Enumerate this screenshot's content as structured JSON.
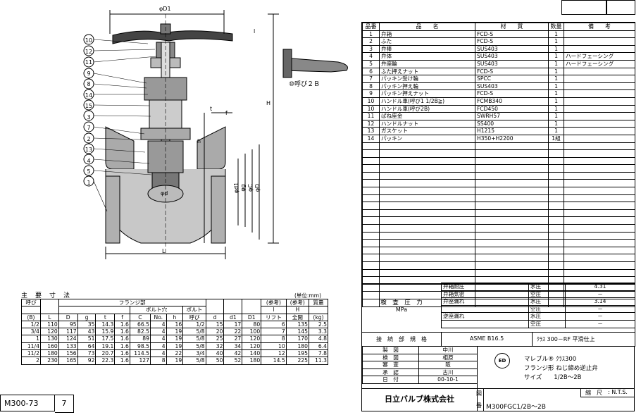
{
  "drawing": {
    "callouts": [
      "10",
      "12",
      "11",
      "9",
      "8",
      "14",
      "15",
      "3",
      "7",
      "2",
      "13",
      "4",
      "5",
      "1"
    ],
    "dim_labels": {
      "phi_d1_top": "φD1",
      "l": "l",
      "h_right": "H",
      "t": "t",
      "f": "f",
      "h_small": "h",
      "phi_d1": "φd1",
      "phi_g": "φg",
      "phi_c": "φC",
      "phi_d_big": "φD",
      "phi_d": "φd",
      "L": "L"
    },
    "handle_note": "⑩呼び２Ｂ"
  },
  "parts": {
    "headers": [
      "品番",
      "品　　名",
      "材　　質",
      "数量",
      "備　　考"
    ],
    "rows": [
      [
        "1",
        "弁箱",
        "FCD-S",
        "1",
        ""
      ],
      [
        "2",
        "ふた",
        "FCD-S",
        "1",
        ""
      ],
      [
        "3",
        "弁棒",
        "SUS403",
        "1",
        ""
      ],
      [
        "4",
        "弁体",
        "SUS403",
        "1",
        "ハードフェーシング"
      ],
      [
        "5",
        "弁座輪",
        "SUS403",
        "1",
        "ハードフェーシング"
      ],
      [
        "6",
        "ふた押えナット",
        "FCD-S",
        "1",
        ""
      ],
      [
        "7",
        "パッキン受け輪",
        "SPCC",
        "1",
        ""
      ],
      [
        "8",
        "パッキン押え輪",
        "SUS403",
        "1",
        ""
      ],
      [
        "9",
        "パッキン押えナット",
        "FCD-S",
        "1",
        ""
      ],
      [
        "10",
        "ハンドル車(呼び1 1/2B≧)",
        "FCMB340",
        "1",
        ""
      ],
      [
        "10",
        "ハンドル車(呼び2B)",
        "FCD450",
        "1",
        ""
      ],
      [
        "11",
        "ばね座金",
        "SWRH57",
        "1",
        ""
      ],
      [
        "12",
        "ハンドルナット",
        "SS400",
        "1",
        ""
      ],
      [
        "13",
        "ガスケット",
        "H1215",
        "1",
        ""
      ],
      [
        "14",
        "パッキン",
        "H350+H2200",
        "1組",
        ""
      ]
    ]
  },
  "pressure": {
    "title": "検　査　圧　力",
    "unit": "MPa",
    "rows": [
      [
        "弁箱耐圧",
        "水圧",
        "4.31"
      ],
      [
        "弁箱気密",
        "空圧",
        "－"
      ],
      [
        "弁座漏れ",
        "水圧",
        "3.14"
      ],
      [
        "",
        "空圧",
        "－"
      ],
      [
        "逆座漏れ",
        "水圧",
        "－"
      ],
      [
        "",
        "空圧",
        "－"
      ]
    ]
  },
  "connection": {
    "label": "接　続　部　規　格",
    "standard": "ASME  B16.5",
    "class": "ｸﾗｽ  300－RF  平滑仕上"
  },
  "approvals": [
    [
      "製　図",
      "中川"
    ],
    [
      "検　図",
      "相原"
    ],
    [
      "審　査",
      "阪"
    ],
    [
      "承　認",
      "古川"
    ],
    [
      "日　付",
      "00-10-1"
    ]
  ],
  "product": {
    "line1": "マレブル®  ｸﾗｽ300",
    "line2": "フランジ形  ねじ締め逆止弁",
    "line3": "サイズ　　1/2B～2B",
    "logo": "ED"
  },
  "company": "日立バルブ株式会社",
  "scale_label": "縮　尺",
  "scale_value": ": N.T.S.",
  "fig_label": "図",
  "num_label": "番",
  "drawing_no": "M300FGC1/2B～2B",
  "dims": {
    "title": "主　要　寸　法",
    "unit": "(単位:mm)",
    "h1": {
      "yobi": "呼び",
      "flange": "フランジ部",
      "ref1": "(参考)",
      "ref2": "(参考)",
      "weight": "質量"
    },
    "h2": {
      "bolt_hole": "ボルト穴",
      "bolt": "ボルト",
      "l": "l",
      "H": "H"
    },
    "h3": [
      "(B)",
      "L",
      "D",
      "g",
      "t",
      "f",
      "C",
      "No.",
      "h",
      "呼び",
      "d",
      "d1",
      "D1",
      "リフト",
      "全開",
      "(kg)"
    ],
    "rows": [
      [
        "1/2",
        "110",
        "95",
        "35",
        "14.3",
        "1.6",
        "66.5",
        "4",
        "16",
        "1/2",
        "15",
        "17",
        "80",
        "6",
        "135",
        "2.5"
      ],
      [
        "3/4",
        "120",
        "117",
        "43",
        "15.9",
        "1.6",
        "82.5",
        "4",
        "19",
        "5/8",
        "20",
        "22",
        "100",
        "7",
        "145",
        "3.3"
      ],
      [
        "1",
        "130",
        "124",
        "51",
        "17.5",
        "1.6",
        "89",
        "4",
        "19",
        "5/8",
        "25",
        "27",
        "120",
        "8",
        "170",
        "4.8"
      ],
      [
        "11/4",
        "160",
        "133",
        "64",
        "19.1",
        "1.6",
        "98.5",
        "4",
        "19",
        "5/8",
        "32",
        "34",
        "120",
        "10",
        "180",
        "6.4"
      ],
      [
        "11/2",
        "180",
        "156",
        "73",
        "20.7",
        "1.6",
        "114.5",
        "4",
        "22",
        "3/4",
        "40",
        "42",
        "140",
        "12",
        "195",
        "7.8"
      ],
      [
        "2",
        "230",
        "165",
        "92",
        "22.3",
        "1.6",
        "127",
        "8",
        "19",
        "5/8",
        "50",
        "52",
        "180",
        "14.5",
        "225",
        "11.3"
      ]
    ]
  },
  "footer": {
    "code": "M300-73",
    "page": "7"
  }
}
